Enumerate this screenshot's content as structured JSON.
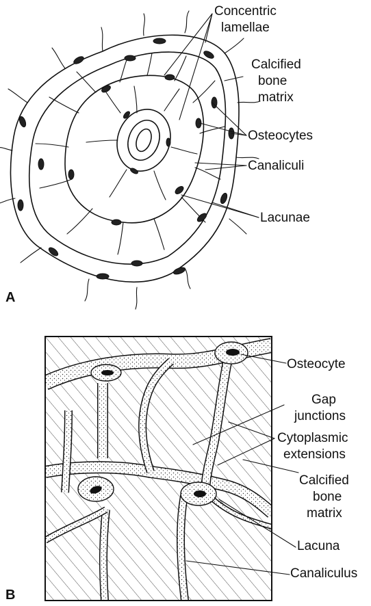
{
  "panel_a": {
    "letter": "A",
    "labels": {
      "concentric_1": "Concentric",
      "concentric_2": "lamellae",
      "matrix_1": "Calcified",
      "matrix_2": "bone",
      "matrix_3": "matrix",
      "osteocytes": "Osteocytes",
      "canaliculi": "Canaliculi",
      "lacunae": "Lacunae"
    }
  },
  "panel_b": {
    "letter": "B",
    "labels": {
      "osteocyte": "Osteocyte",
      "gap_1": "Gap",
      "gap_2": "junctions",
      "cyto_1": "Cytoplasmic",
      "cyto_2": "extensions",
      "matrix_1": "Calcified",
      "matrix_2": "bone",
      "matrix_3": "matrix",
      "lacuna": "Lacuna",
      "canaliculus": "Canaliculus"
    }
  }
}
